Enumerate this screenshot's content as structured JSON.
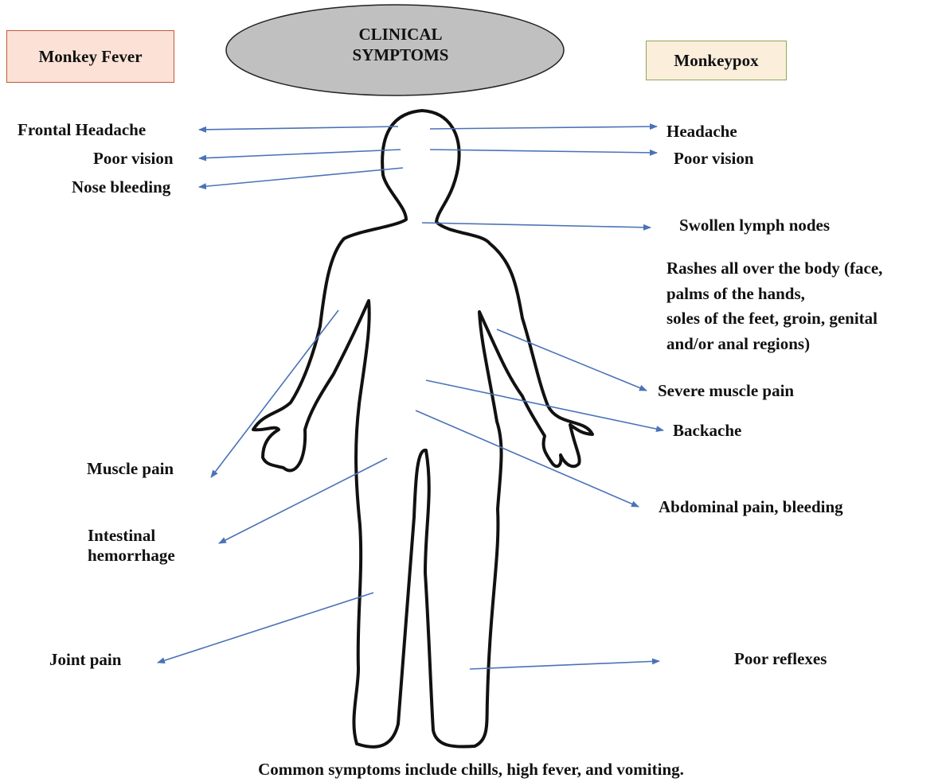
{
  "title": "CLINICAL\nSYMPTOMS",
  "left_header": {
    "label": "Monkey Fever",
    "fill": "#fbe1d6"
  },
  "right_header": {
    "label": "Monkeypox",
    "fill": "#fbeedb"
  },
  "ellipse_fill": "#c0c0c0",
  "arrow_color": "#4a72b8",
  "monkey_fever_symptoms": {
    "frontal_headache": "Frontal Headache",
    "poor_vision": "Poor vision",
    "nose_bleeding": "Nose bleeding",
    "muscle_pain": "Muscle pain",
    "intestinal_hemorrhage": [
      "Intestinal",
      "hemorrhage"
    ],
    "joint_pain": "Joint pain"
  },
  "monkeypox_symptoms": {
    "headache": "Headache",
    "poor_vision": "Poor vision",
    "swollen_lymph_nodes": "Swollen lymph nodes",
    "rashes": [
      "Rashes all over the body (face,",
      "palms of the hands,",
      "soles of the feet, groin, genital",
      "and/or anal regions)"
    ],
    "severe_muscle_pain": "Severe muscle pain",
    "backache": "Backache",
    "abdominal_pain": "Abdominal pain, bleeding",
    "poor_reflexes": "Poor reflexes"
  },
  "footer": "Common symptoms include chills, high fever, and vomiting."
}
